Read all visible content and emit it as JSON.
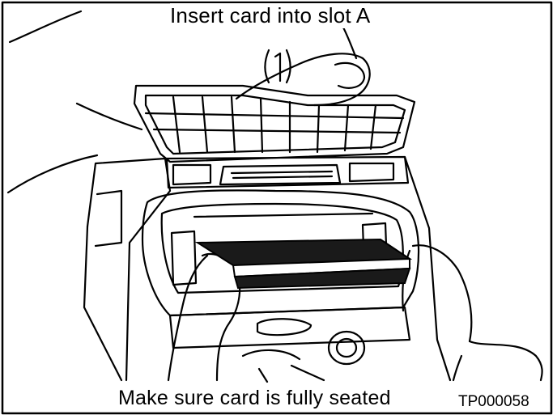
{
  "captions": {
    "top": "Insert card into slot A",
    "bottom": "Make sure card is fully seated",
    "reference_code": "TP000058",
    "step_marker": "(1)"
  },
  "colors": {
    "line": "#000000",
    "background": "#ffffff",
    "card": "#1a1a1a"
  }
}
